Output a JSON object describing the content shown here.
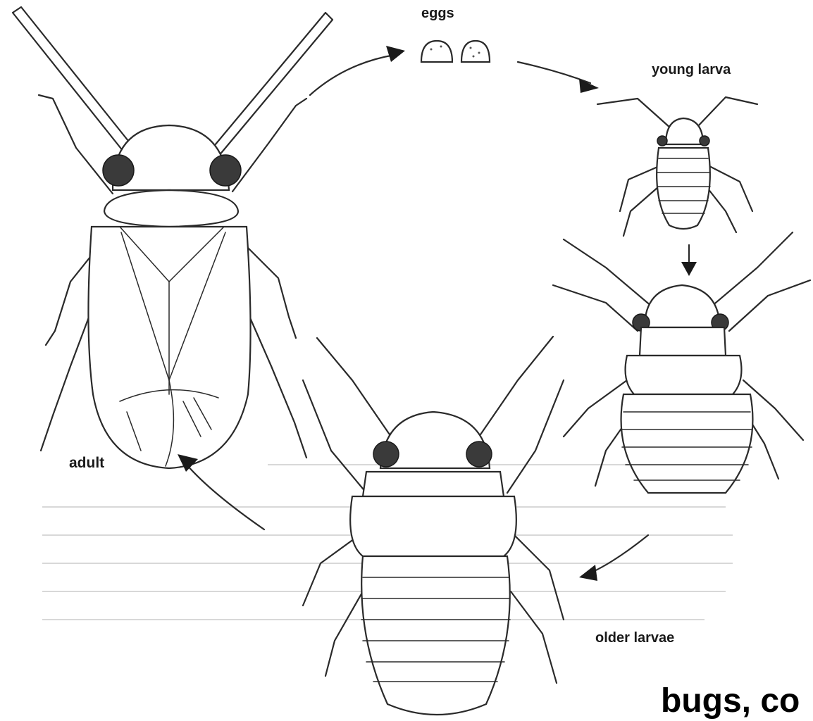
{
  "stages": {
    "eggs": "eggs",
    "young_larva": "young larva",
    "older_larvae": "older larvae",
    "adult": "adult"
  },
  "watermark": "bugs, co",
  "colors": {
    "ink": "#2a2a2a",
    "eye": "#3a3a3a",
    "background": "#ffffff"
  }
}
